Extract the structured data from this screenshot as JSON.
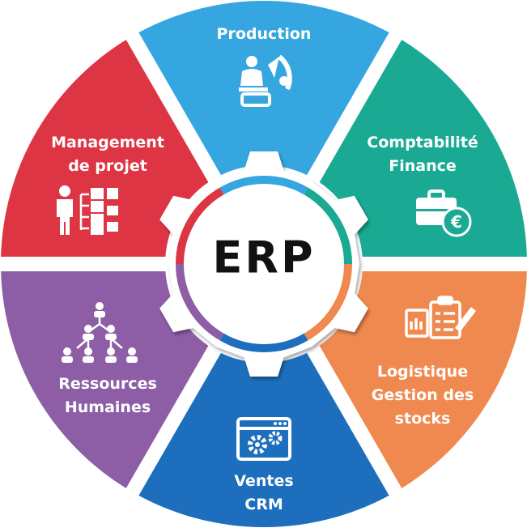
{
  "center": {
    "label": "ERP"
  },
  "segments": [
    {
      "id": "production",
      "lines": [
        "Production"
      ],
      "color": "#35a6e0",
      "icon": "engineer-gear-icon"
    },
    {
      "id": "comptabilite",
      "lines": [
        "Comptabilité",
        "Finance"
      ],
      "color": "#1aaa93",
      "icon": "briefcase-euro-icon"
    },
    {
      "id": "logistique",
      "lines": [
        "Logistique",
        "Gestion des",
        "stocks"
      ],
      "color": "#f0894f",
      "icon": "clipboard-boxes-icon"
    },
    {
      "id": "ventes",
      "lines": [
        "Ventes",
        "CRM"
      ],
      "color": "#1d6fbd",
      "icon": "browser-gears-icon"
    },
    {
      "id": "ressources",
      "lines": [
        "Ressources",
        "Humaines"
      ],
      "color": "#8d5ea6",
      "icon": "org-chart-icon"
    },
    {
      "id": "management",
      "lines": [
        "Management",
        "de projet"
      ],
      "color": "#de3544",
      "icon": "person-hierarchy-icon"
    }
  ],
  "colors": {
    "shadow": "#222222",
    "hub": "#ffffff",
    "center_text": "#111111"
  }
}
